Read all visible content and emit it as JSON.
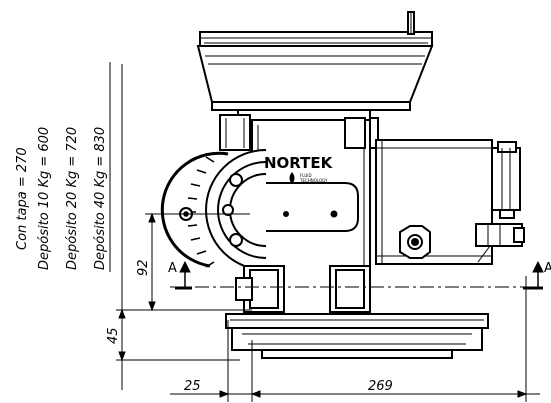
{
  "notes": {
    "con_tapa": "Con tapa = 270",
    "deposito_10": "Depósito 10 Kg = 600",
    "deposito_20": "Depósito 20 Kg = 720",
    "deposito_40": "Depósito 40 Kg = 830"
  },
  "brand": {
    "name": "NORTEK",
    "sub1": "FLUID",
    "sub2": "TECHNOLOGY"
  },
  "dimensions": {
    "height_center": "92",
    "height_base": "45",
    "width_left": "25",
    "width_main": "269"
  },
  "section": {
    "left": "A",
    "right": "A"
  }
}
